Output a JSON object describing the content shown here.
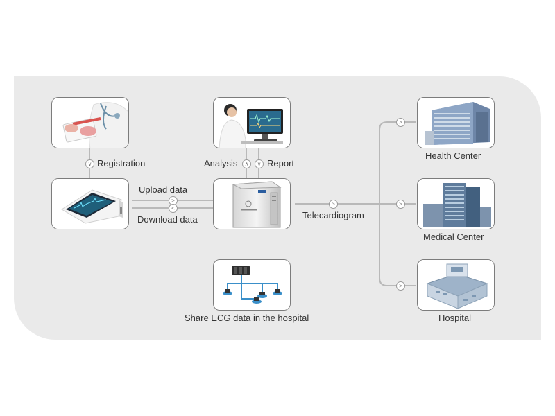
{
  "labels": {
    "registration": "Registration",
    "analysis": "Analysis",
    "report": "Report",
    "upload": "Upload data",
    "download": "Download data",
    "telecardiogram": "Telecardiogram",
    "share": "Share ECG data in the hospital",
    "health_center": "Health Center",
    "medical_center": "Medical Center",
    "hospital": "Hospital"
  },
  "colors": {
    "panel": "#eaeaea",
    "line": "#b9b9b9",
    "card_border": "#7c7c7c"
  },
  "icons": {
    "registration": "doctor-writing-clipboard-icon",
    "analysis": "doctor-at-workstation-icon",
    "device": "ecg-tablet-device-icon",
    "server": "ecg-server-icon",
    "network": "hospital-network-icon",
    "health_center": "office-building-icon",
    "medical_center": "high-rise-building-icon",
    "hospital": "hospital-building-icon"
  }
}
